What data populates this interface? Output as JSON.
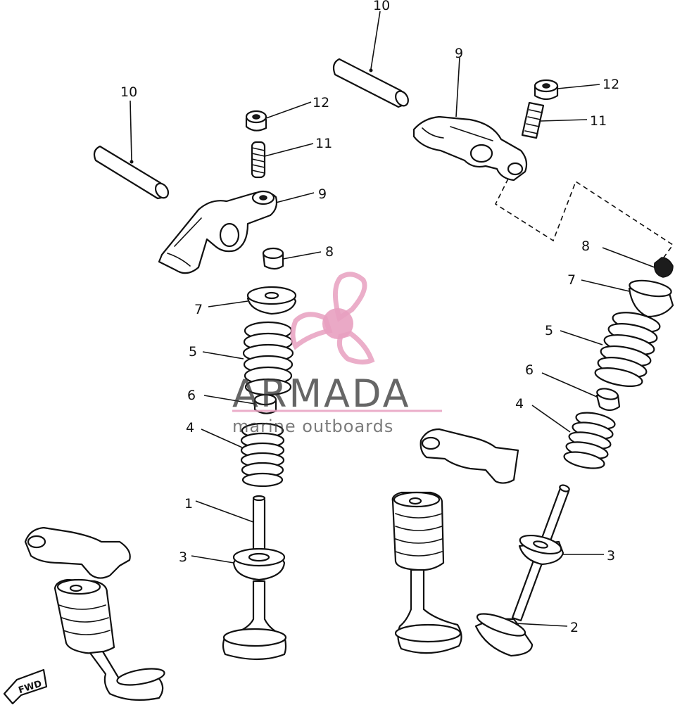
{
  "callouts": {
    "c10a": "10",
    "c10b": "10",
    "c9a": "9",
    "c9b": "9",
    "c12a": "12",
    "c12b": "12",
    "c11a": "11",
    "c11b": "11",
    "c8a": "8",
    "c8b": "8",
    "c7a": "7",
    "c7b": "7",
    "c5a": "5",
    "c5b": "5",
    "c6a": "6",
    "c6b": "6",
    "c4a": "4",
    "c4b": "4",
    "c1": "1",
    "c3a": "3",
    "c3b": "3",
    "c2": "2"
  },
  "watermark": {
    "brand": "ARMADA",
    "tagline": "marine outboards",
    "color_primary": "#e8a0c0",
    "color_text": "#333333"
  },
  "direction_tag": "FWD"
}
